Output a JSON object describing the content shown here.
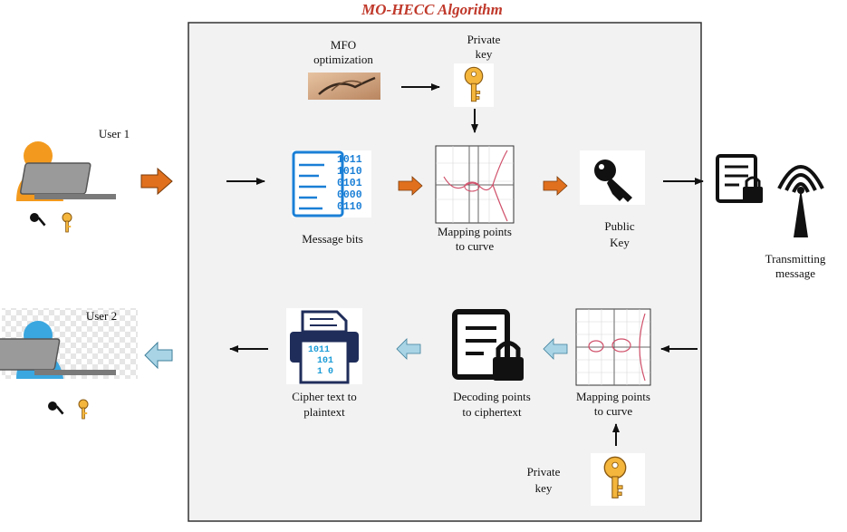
{
  "title": "MO-HECC Algorithm",
  "labels": {
    "mfo": [
      "MFO",
      "optimization"
    ],
    "private_key_top": [
      "Private",
      "key"
    ],
    "user1": "User 1",
    "user2": "User 2",
    "message_bits": "Message bits",
    "mapping_top": [
      "Mapping points",
      "to curve"
    ],
    "public_key": [
      "Public",
      "Key"
    ],
    "transmitting": [
      "Transmitting",
      "message"
    ],
    "cipher_to_plain": [
      "Cipher text to",
      "plaintext"
    ],
    "decoding": [
      "Decoding points",
      "to ciphertext"
    ],
    "mapping_bottom": [
      "Mapping points",
      "to curve"
    ],
    "private_key_bottom": [
      "Private",
      "key"
    ]
  },
  "binary_rows": [
    "1011",
    "1010",
    "0101",
    "0000",
    "0110"
  ],
  "printer_digits": [
    "1011",
    "101",
    "1  0"
  ],
  "colors": {
    "title": "#c0392b",
    "panel_bg": "#f2f2f2",
    "arrow_orange": "#e0701e",
    "arrow_blue": "#a8d4e6",
    "arrow_black": "#111111",
    "user1_orange": "#f39a1e",
    "user2_blue": "#3aa7e0",
    "key_gold": "#f4b63c",
    "icon_navy": "#1f2d5a",
    "binary_blue": "#1a7fd6"
  },
  "icons": [
    "moth-image",
    "gold-key-icon",
    "black-key-icon",
    "binary-document-icon",
    "curve-plot-icon",
    "lock-document-icon",
    "antenna-icon",
    "printer-icon",
    "user-laptop-icon"
  ]
}
